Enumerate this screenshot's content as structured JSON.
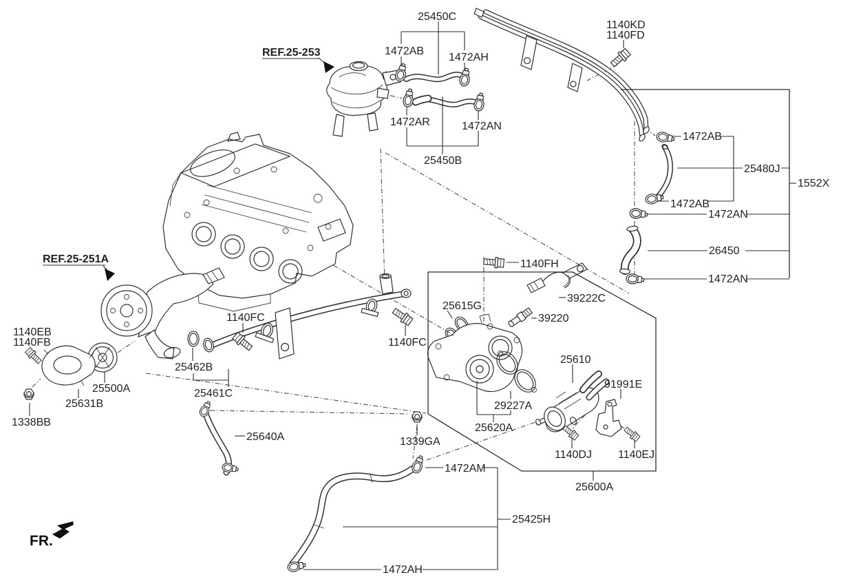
{
  "colors": {
    "line": "#2f2f2f",
    "text": "#1f1f1f",
    "background": "#ffffff"
  },
  "fr_indicator": "FR.",
  "references": {
    "ref_25_253": "REF.25-253",
    "ref_25_251a": "REF.25-251A"
  },
  "part_labels": {
    "p25450C": "25450C",
    "p1472AB_top": "1472AB",
    "p1472AH_top": "1472AH",
    "p1472AR": "1472AR",
    "p1472AN_top": "1472AN",
    "p25450B": "25450B",
    "p1140KD": "1140KD",
    "p1140FD": "1140FD",
    "p1472AB_r1": "1472AB",
    "p25480J": "25480J",
    "p1552X": "1552X",
    "p1472AB_r2": "1472AB",
    "p1472AN_r1": "1472AN",
    "p26450": "26450",
    "p1472AN_r2": "1472AN",
    "p1140FH": "1140FH",
    "p25615G": "25615G",
    "p39222C": "39222C",
    "p39220": "39220",
    "p1140FC_left": "1140FC",
    "p1140FC_right": "1140FC",
    "p25462B": "25462B",
    "p25461C": "25461C",
    "p1140EB": "1140EB",
    "p1140FB": "1140FB",
    "p25500A": "25500A",
    "p25631B": "25631B",
    "p1338BB": "1338BB",
    "p25640A": "25640A",
    "p25610": "25610",
    "p91991E": "91991E",
    "p29227A": "29227A",
    "p25620A": "25620A",
    "p1339GA": "1339GA",
    "p1140DJ": "1140DJ",
    "p1140EJ": "1140EJ",
    "p25600A": "25600A",
    "p1472AM": "1472AM",
    "p25425H": "25425H",
    "p1472AH_bottom": "1472AH"
  }
}
